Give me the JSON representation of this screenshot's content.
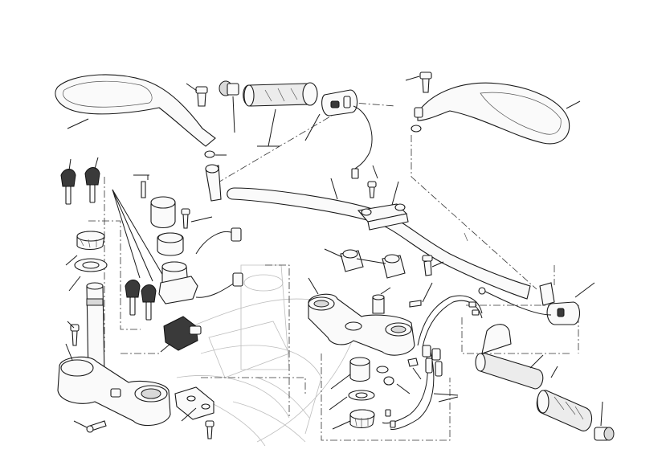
{
  "diagram": {
    "type": "exploded-parts-view",
    "part_labels": [],
    "colors": {
      "line": "#1a1a1a",
      "background": "#ffffff",
      "ghost_frame": "#bdbdbd",
      "dark_part": "#3a3a3a"
    },
    "components": [
      "left-mirror",
      "right-mirror",
      "handlebar",
      "left-grip",
      "right-grip",
      "left-switch",
      "right-switch",
      "bar-end-weight",
      "ignition-keys",
      "ignition-switch",
      "top-triple-clamp",
      "bottom-triple-clamp",
      "steering-stem",
      "steering-bearing",
      "handlebar-risers",
      "handlebar-clamp",
      "throttle-cables",
      "ghost-frame"
    ]
  }
}
